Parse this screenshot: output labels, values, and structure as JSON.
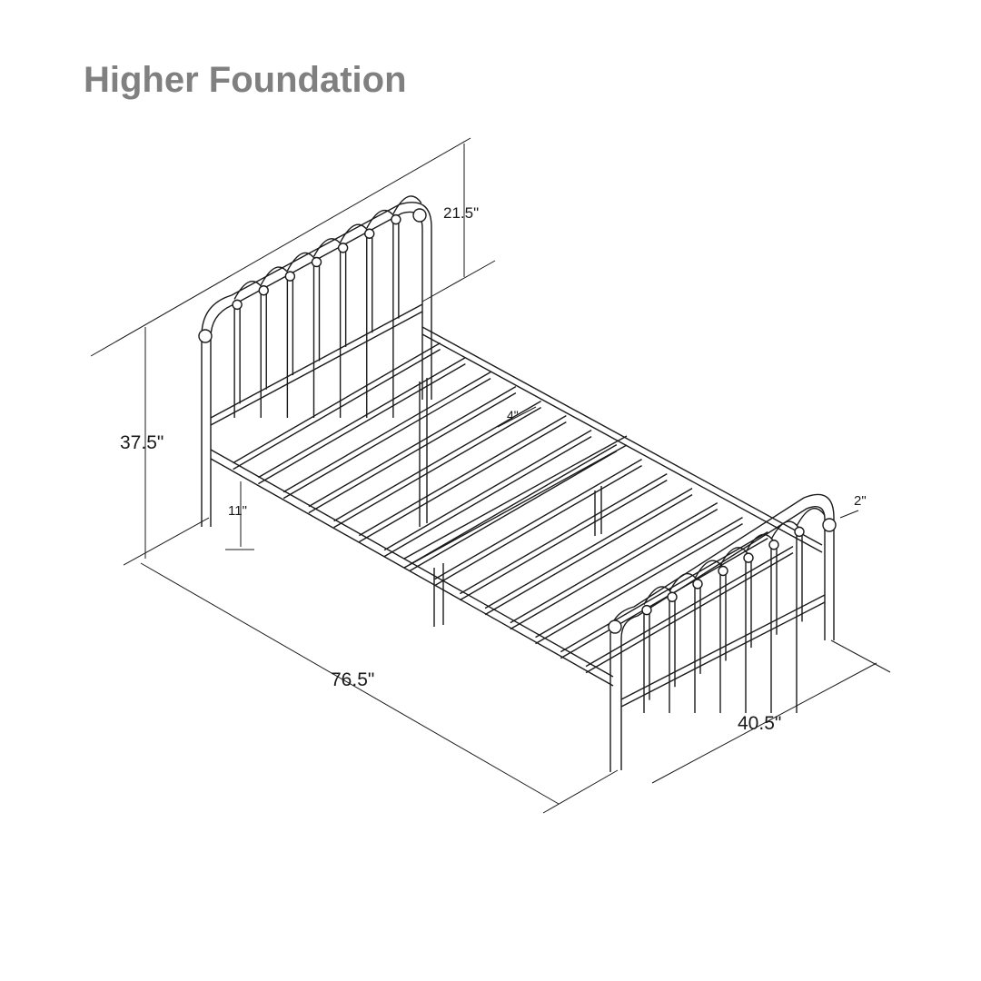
{
  "title": "Higher Foundation",
  "dimensions": {
    "headboard_height": "21.5\"",
    "total_height": "37.5\"",
    "slat_spacing": "4\"",
    "clearance": "11\"",
    "post_diameter": "2\"",
    "length": "76.5\"",
    "width": "40.5\""
  }
}
